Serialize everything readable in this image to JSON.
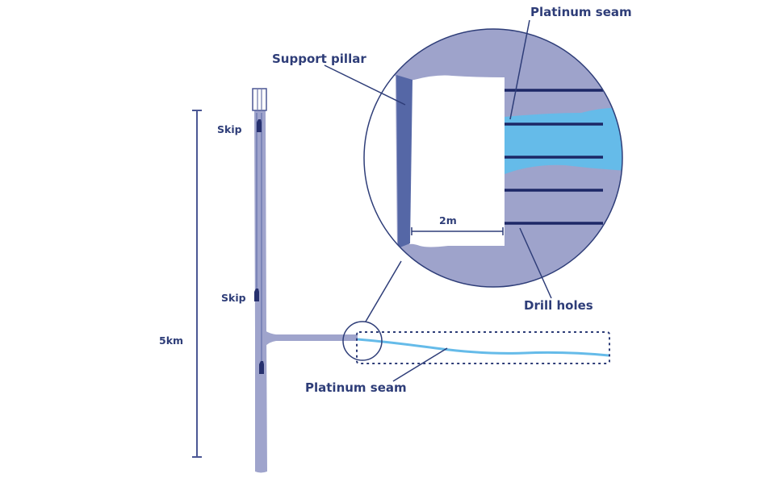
{
  "diagram": {
    "title": "Platinum mine cross-section",
    "colors": {
      "outline": "#2e3d78",
      "rock": "#9ea3cb",
      "shaft": "#9fa4cc",
      "shaft_line": "#5a66a3",
      "pillar": "#5567a6",
      "seam": "#65bbe9",
      "drill_hole": "#1c2766",
      "skip": "#26306e",
      "background": "#ffffff"
    },
    "labels": {
      "depth": "5km",
      "skip_top": "Skip",
      "skip_mid": "Skip",
      "support_pillar": "Support pillar",
      "platinum_seam_top": "Platinum seam",
      "platinum_seam_bottom": "Platinum seam",
      "drill_holes": "Drill holes",
      "stope_width": "2m"
    },
    "scale": {
      "depth_value_km": 5,
      "stope_width_m": 2
    },
    "drill_hole_count": 5,
    "skip_count": 3
  }
}
